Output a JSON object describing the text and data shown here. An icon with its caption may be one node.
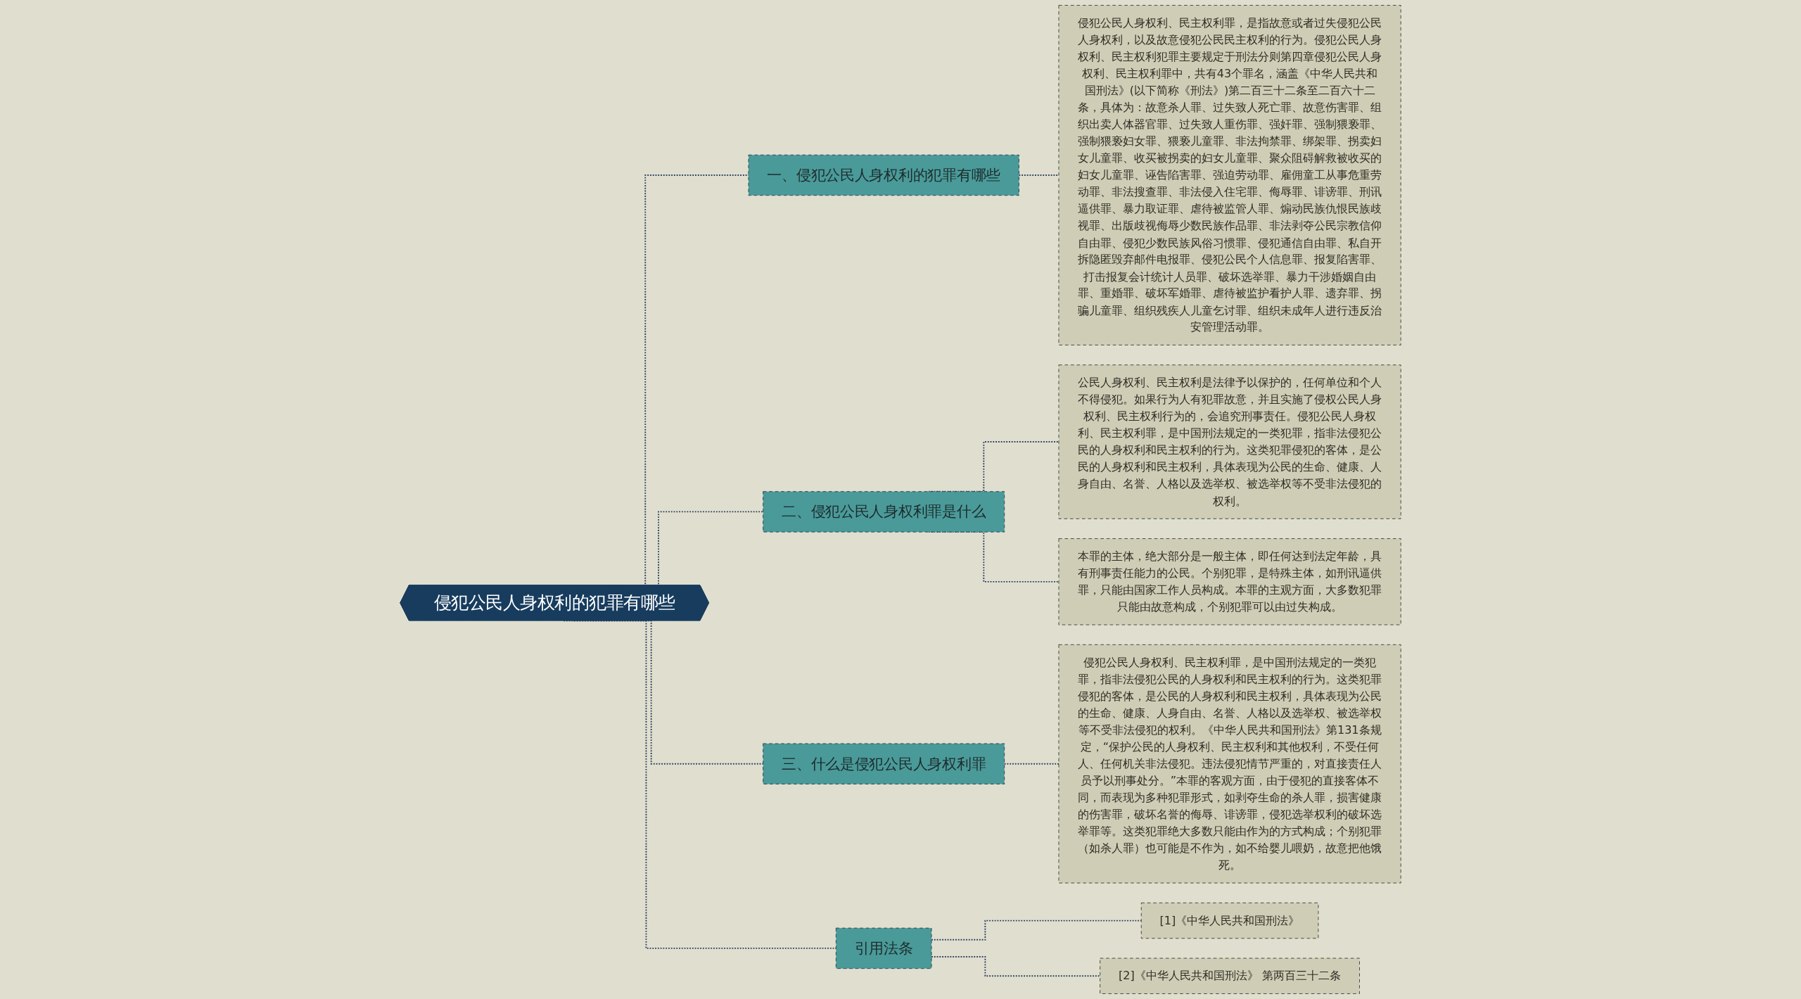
{
  "diagram": {
    "nodes": [
      {
        "text": [
          "侵犯公民人身权利的犯罪有哪些"
        ]
      },
      {
        "text": [
          "一、侵犯公民人身权利的犯罪有哪些"
        ]
      },
      {
        "text": [
          "侵犯公民人身权利、民主权利罪，是指故意或者过失侵犯公民人身权利，以及故意侵犯公民民主权利的行为。侵犯公民人身权利、民主权利犯罪主要规定于刑法分则第四章侵犯公民人身权利、民主权利罪中，共有43个罪名，涵盖《中华人民共和国刑法》(以下简称《刑法》)第二百三十二条至二百六十二条，具体为：故意杀人罪、过失致人死亡罪、故意伤害罪、组织出卖人体器官罪、过失致人重伤罪、强奸罪、强制猥亵罪、强制猥亵妇女罪、猥亵儿童罪、非法拘禁罪、绑架罪、拐卖妇女儿童罪、收买被拐卖的妇女儿童罪、聚众阻碍解救被收买的妇女儿童罪、诬告陷害罪、强迫劳动罪、雇佣童工从事危重劳动罪、非法搜查罪、非法侵入住宅罪、侮辱罪、诽谤罪、刑讯逼供罪、暴力取证罪、虐待被监管人罪、煽动民族仇恨民族歧视罪、出版歧视侮辱少数民族作品罪、非法剥夺公民宗教信仰自由罪、侵犯少数民族风俗习惯罪、侵犯通信自由罪、私自开拆隐匿毁弃邮件电报罪、侵犯公民个人信息罪、报复陷害罪、打击报复会计统计人员罪、破坏选举罪、暴力干涉婚姻自由罪、重婚罪、破坏军婚罪、虐待被监护看护人罪、遗弃罪、拐骗儿童罪、组织残疾人儿童乞讨罪、组织未成年人进行违反治安管理活动罪。"
        ]
      },
      {
        "text": [
          "二、侵犯公民人身权利罪是什么"
        ]
      },
      {
        "text": [
          "公民人身权利、民主权利是法律予以保护的，任何单位和个人不得侵犯。如果行为人有犯罪故意，并且实施了侵权公民人身权利、民主权利行为的，会追究刑事责任。侵犯公民人身权利、民主权利罪，是中国刑法规定的一类犯罪，指非法侵犯公民的人身权利和民主权利的行为。这类犯罪侵犯的客体，是公民的人身权利和民主权利，具体表现为公民的生命、健康、人身自由、名誉、人格以及选举权、被选举权等不受非法侵犯的权利。"
        ]
      },
      {
        "text": [
          "本罪的主体，绝大部分是一般主体，即任何达到法定年龄，具有刑事责任能力的公民。个别犯罪，是特殊主体，如刑讯逼供罪，只能由国家工作人员构成。本罪的主观方面，大多数犯罪只能由故意构成，个别犯罪可以由过失构成。"
        ]
      },
      {
        "text": [
          "三、什么是侵犯公民人身权利罪"
        ]
      },
      {
        "text": [
          "侵犯公民人身权利、民主权利罪，是中国刑法规定的一类犯罪，指非法侵犯公民的人身权利和民主权利的行为。这类犯罪侵犯的客体，是公民的人身权利和民主权利，具体表现为公民的生命、健康、人身自由、名誉、人格以及选举权、被选举权等不受非法侵犯的权利。《中华人民共和国刑法》第131条规定，“保护公民的人身权利、民主权利和其他权利，不受任何人、任何机关非法侵犯。违法侵犯情节严重的，对直接责任人员予以刑事处分。”本罪的客观方面，由于侵犯的直接客体不同，而表现为多种犯罪形式，如剥夺生命的杀人罪，损害健康的伤害罪，破坏名誉的侮辱、诽谤罪，侵犯选举权利的破坏选举罪等。这类犯罪绝大多数只能由作为的方式构成；个别犯罪（如杀人罪）也可能是不作为，如不给婴儿喂奶，故意把他饿死。"
        ]
      },
      {
        "text": [
          "引用法条"
        ]
      },
      {
        "text": [
          "[1]《中华人民共和国刑法》"
        ]
      },
      {
        "text": [
          "[2]《中华人民共和国刑法》 第两百三十二条"
        ]
      }
    ],
    "edges": [
      {
        "from": 0,
        "to": 1,
        "arrow": "none",
        "style": "dashed"
      },
      {
        "from": 1,
        "to": 2,
        "arrow": "none",
        "style": "dashed"
      },
      {
        "from": 0,
        "to": 3,
        "arrow": "none",
        "style": "dashed"
      },
      {
        "from": 3,
        "to": 4,
        "arrow": "none",
        "style": "dashed"
      },
      {
        "from": 3,
        "to": 5,
        "arrow": "none",
        "style": "dashed"
      },
      {
        "from": 0,
        "to": 6,
        "arrow": "none",
        "style": "dashed"
      },
      {
        "from": 6,
        "to": 7,
        "arrow": "none",
        "style": "dashed"
      },
      {
        "from": 0,
        "to": 8,
        "arrow": "none",
        "style": "dashed"
      },
      {
        "from": 8,
        "to": 9,
        "arrow": "none",
        "style": "dashed"
      },
      {
        "from": 8,
        "to": 10,
        "arrow": "none",
        "style": "dashed"
      }
    ]
  }
}
